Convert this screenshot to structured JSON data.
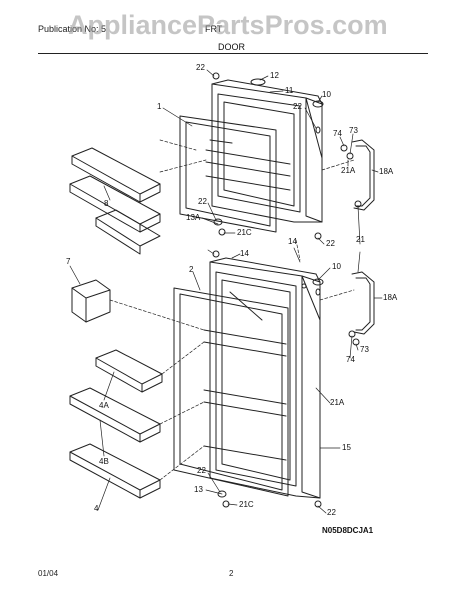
{
  "header": {
    "publication_label": "Publication No: 5",
    "model_label": "FRT",
    "watermark": "AppliancePartsPros.com"
  },
  "title": "DOOR",
  "callouts": [
    {
      "id": "c22a",
      "text": "22"
    },
    {
      "id": "c12",
      "text": "12"
    },
    {
      "id": "c11",
      "text": "11"
    },
    {
      "id": "c10a",
      "text": "10"
    },
    {
      "id": "c22b",
      "text": "22"
    },
    {
      "id": "c1",
      "text": "1"
    },
    {
      "id": "c74a",
      "text": "74"
    },
    {
      "id": "c73a",
      "text": "73"
    },
    {
      "id": "c18a1",
      "text": "18A"
    },
    {
      "id": "c21a1",
      "text": "21A"
    },
    {
      "id": "c8",
      "text": "8"
    },
    {
      "id": "c22c",
      "text": "22"
    },
    {
      "id": "c13a",
      "text": "13A"
    },
    {
      "id": "c21c1",
      "text": "21C"
    },
    {
      "id": "c22d",
      "text": "22"
    },
    {
      "id": "c14a",
      "text": "14"
    },
    {
      "id": "c14b",
      "text": "14"
    },
    {
      "id": "c21",
      "text": "21"
    },
    {
      "id": "c7",
      "text": "7"
    },
    {
      "id": "c2",
      "text": "2"
    },
    {
      "id": "c10b",
      "text": "10"
    },
    {
      "id": "c18a2",
      "text": "18A"
    },
    {
      "id": "c73b",
      "text": "73"
    },
    {
      "id": "c74b",
      "text": "74"
    },
    {
      "id": "c4a",
      "text": "4A"
    },
    {
      "id": "c21a2",
      "text": "21A"
    },
    {
      "id": "c4b",
      "text": "4B"
    },
    {
      "id": "c15",
      "text": "15"
    },
    {
      "id": "c22e",
      "text": "22"
    },
    {
      "id": "c4",
      "text": "4"
    },
    {
      "id": "c13",
      "text": "13"
    },
    {
      "id": "c21c2",
      "text": "21C"
    },
    {
      "id": "c22f",
      "text": "22"
    }
  ],
  "reference_code": "N05D8DCJA1",
  "footer": {
    "date": "01/04",
    "page_number": "2"
  }
}
